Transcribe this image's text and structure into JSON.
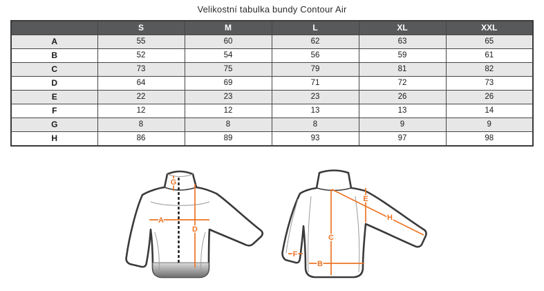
{
  "title": "Velikostní tabulka bundy Contour Air",
  "table": {
    "corner_label": "",
    "columns": [
      "S",
      "M",
      "L",
      "XL",
      "XXL"
    ],
    "rows": [
      {
        "label": "A",
        "values": [
          "55",
          "60",
          "62",
          "63",
          "65"
        ]
      },
      {
        "label": "B",
        "values": [
          "52",
          "54",
          "56",
          "59",
          "61"
        ]
      },
      {
        "label": "C",
        "values": [
          "73",
          "75",
          "79",
          "81",
          "82"
        ]
      },
      {
        "label": "D",
        "values": [
          "64",
          "69",
          "71",
          "72",
          "73"
        ]
      },
      {
        "label": "E",
        "values": [
          "22",
          "23",
          "23",
          "26",
          "26"
        ]
      },
      {
        "label": "F",
        "values": [
          "12",
          "12",
          "13",
          "13",
          "14"
        ]
      },
      {
        "label": "G",
        "values": [
          "8",
          "8",
          "8",
          "9",
          "9"
        ]
      },
      {
        "label": "H",
        "values": [
          "86",
          "89",
          "93",
          "97",
          "98"
        ]
      }
    ]
  },
  "chart_data": {
    "type": "table",
    "title": "Velikostní tabulka bundy Contour Air",
    "categories": [
      "S",
      "M",
      "L",
      "XL",
      "XXL"
    ],
    "series": [
      {
        "name": "A",
        "values": [
          55,
          60,
          62,
          63,
          65
        ]
      },
      {
        "name": "B",
        "values": [
          52,
          54,
          56,
          59,
          61
        ]
      },
      {
        "name": "C",
        "values": [
          73,
          75,
          79,
          81,
          82
        ]
      },
      {
        "name": "D",
        "values": [
          64,
          69,
          71,
          72,
          73
        ]
      },
      {
        "name": "E",
        "values": [
          22,
          23,
          23,
          26,
          26
        ]
      },
      {
        "name": "F",
        "values": [
          12,
          12,
          13,
          13,
          14
        ]
      },
      {
        "name": "G",
        "values": [
          8,
          8,
          8,
          9,
          9
        ]
      },
      {
        "name": "H",
        "values": [
          86,
          89,
          93,
          97,
          98
        ]
      }
    ]
  },
  "diagram": {
    "front": {
      "labels": {
        "a": "A",
        "d": "D",
        "g": "G"
      }
    },
    "back": {
      "labels": {
        "b": "B",
        "c": "C",
        "e": "E",
        "f": "F",
        "h": "H"
      }
    }
  },
  "colors": {
    "accent_orange": "#ed7425",
    "jacket_outline": "#3a3a3a",
    "header_bg": "#58595b",
    "row_alt_bg": "#e7e7e7"
  }
}
